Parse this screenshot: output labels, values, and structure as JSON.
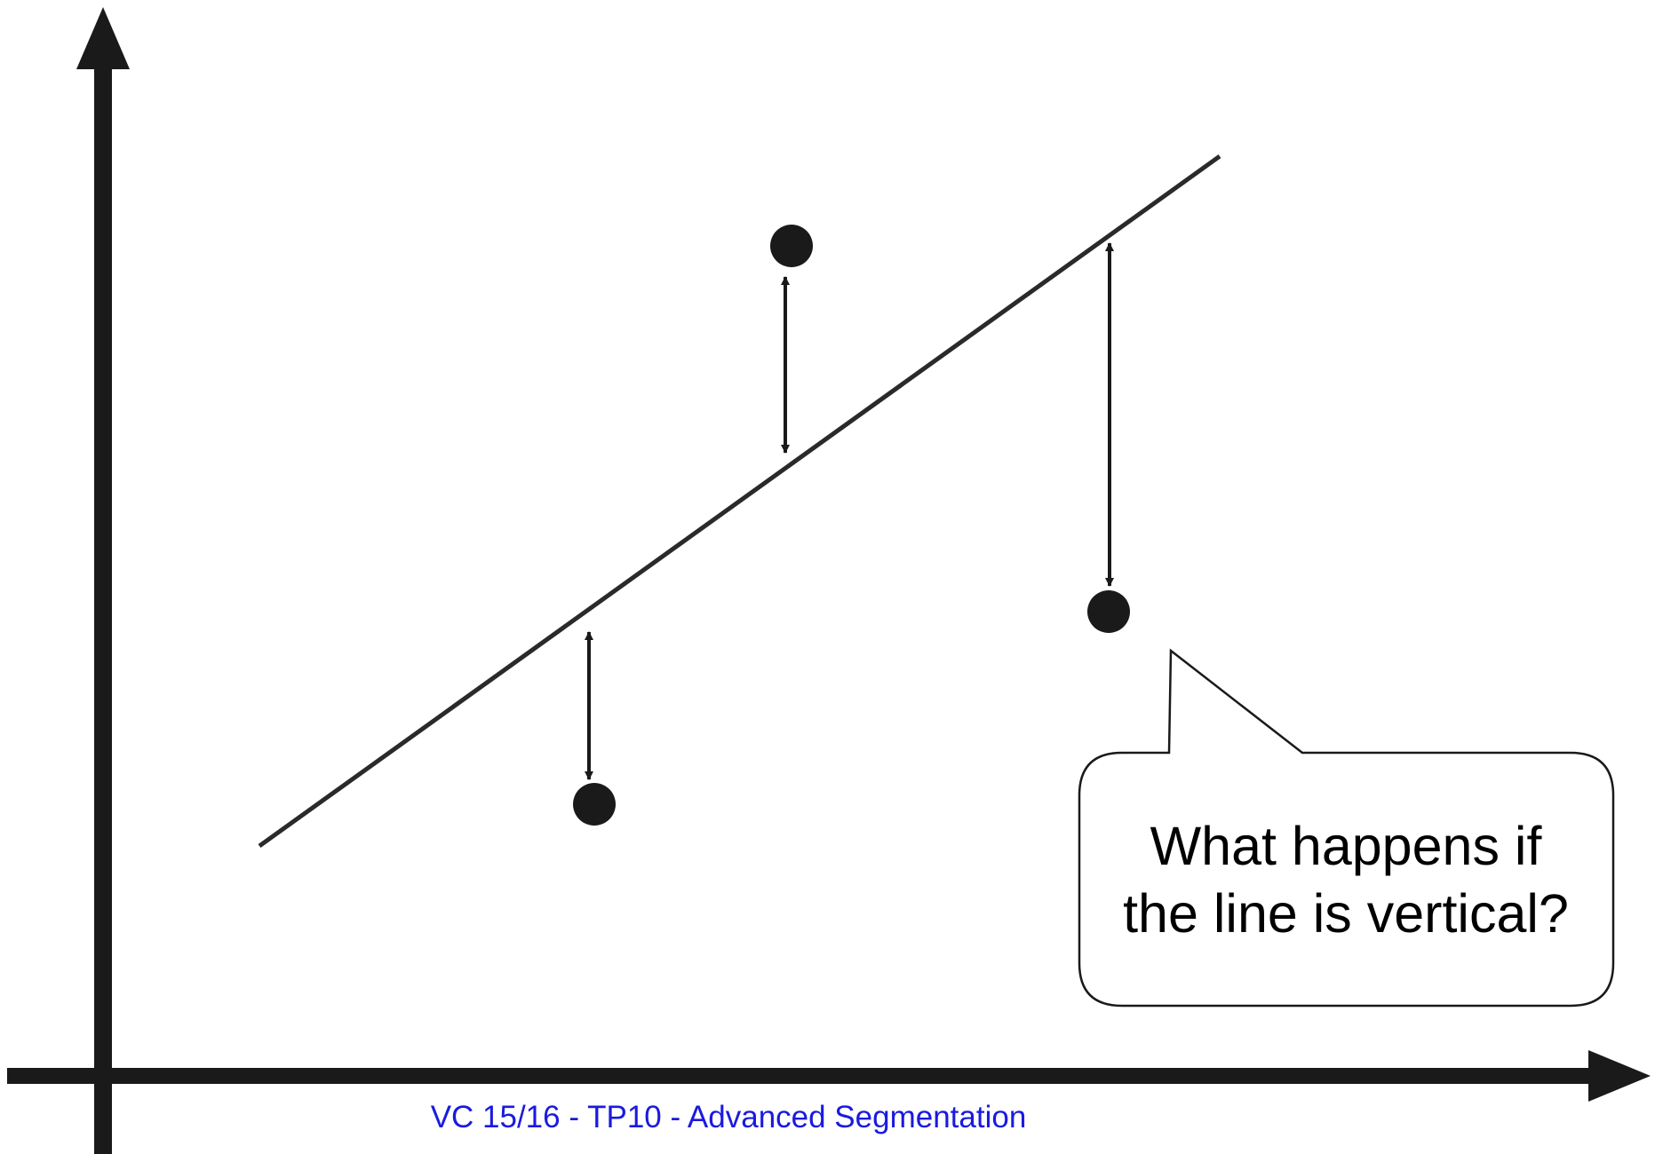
{
  "callout": {
    "line1": "What happens if",
    "line2": "the line is vertical?"
  },
  "footer": {
    "text": "VC 15/16 - TP10 - Advanced Segmentation"
  },
  "colors": {
    "ink": "#1a1a1a",
    "footer_text": "#1a1adf"
  }
}
